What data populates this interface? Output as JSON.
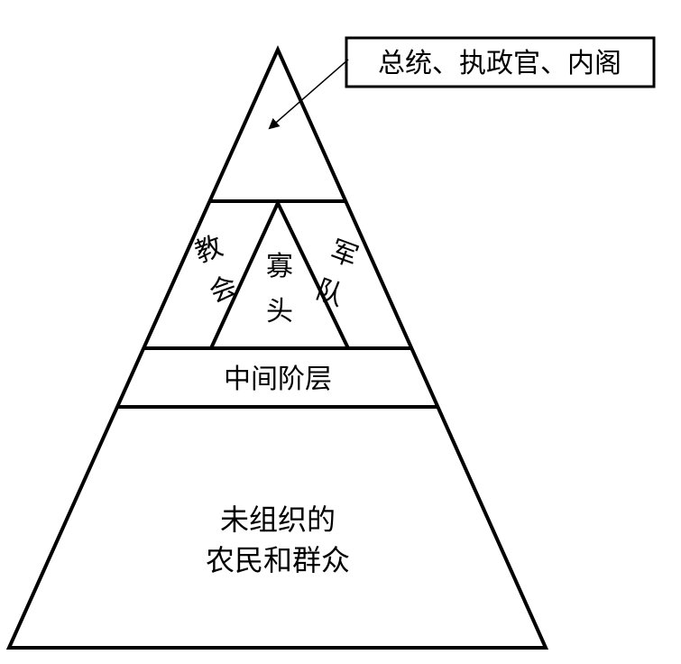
{
  "callout": {
    "label": "总统、执政官、内阁"
  },
  "layers": {
    "church": [
      "教",
      "会"
    ],
    "oligarchs": [
      "寡",
      "头"
    ],
    "army": [
      "军",
      "队"
    ],
    "middle": "中间阶层",
    "base_line1": "未组织的",
    "base_line2": "农民和群众"
  },
  "colors": {
    "stroke": "#000000",
    "fill": "#ffffff"
  }
}
